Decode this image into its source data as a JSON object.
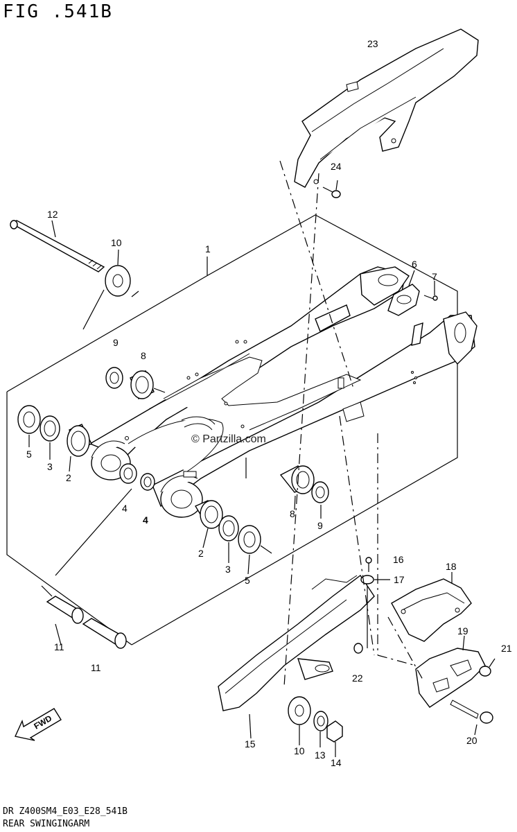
{
  "figure": {
    "title": "FIG .541B",
    "code": "DR Z400SM4_E03_E28_541B",
    "name": "REAR SWINGINGARM"
  },
  "watermark": "© Partzilla.com",
  "fwd_label": "FWD",
  "callouts": {
    "c23": "23",
    "c24": "24",
    "c12": "12",
    "c10a": "10",
    "c1": "1",
    "c6": "6",
    "c7": "7",
    "c9a": "9",
    "c8a": "8",
    "c5a": "5",
    "c3a": "3",
    "c2a": "2",
    "c4a": "4",
    "c4b": "4",
    "c8b": "8",
    "c9b": "9",
    "c2b": "2",
    "c3b": "3",
    "c5b": "5",
    "c16": "16",
    "c17": "17",
    "c18": "18",
    "c19": "19",
    "c21": "21",
    "c22": "22",
    "c20": "20",
    "c15": "15",
    "c10b": "10",
    "c13": "13",
    "c14": "14",
    "c11a": "11",
    "c11b": "11"
  }
}
